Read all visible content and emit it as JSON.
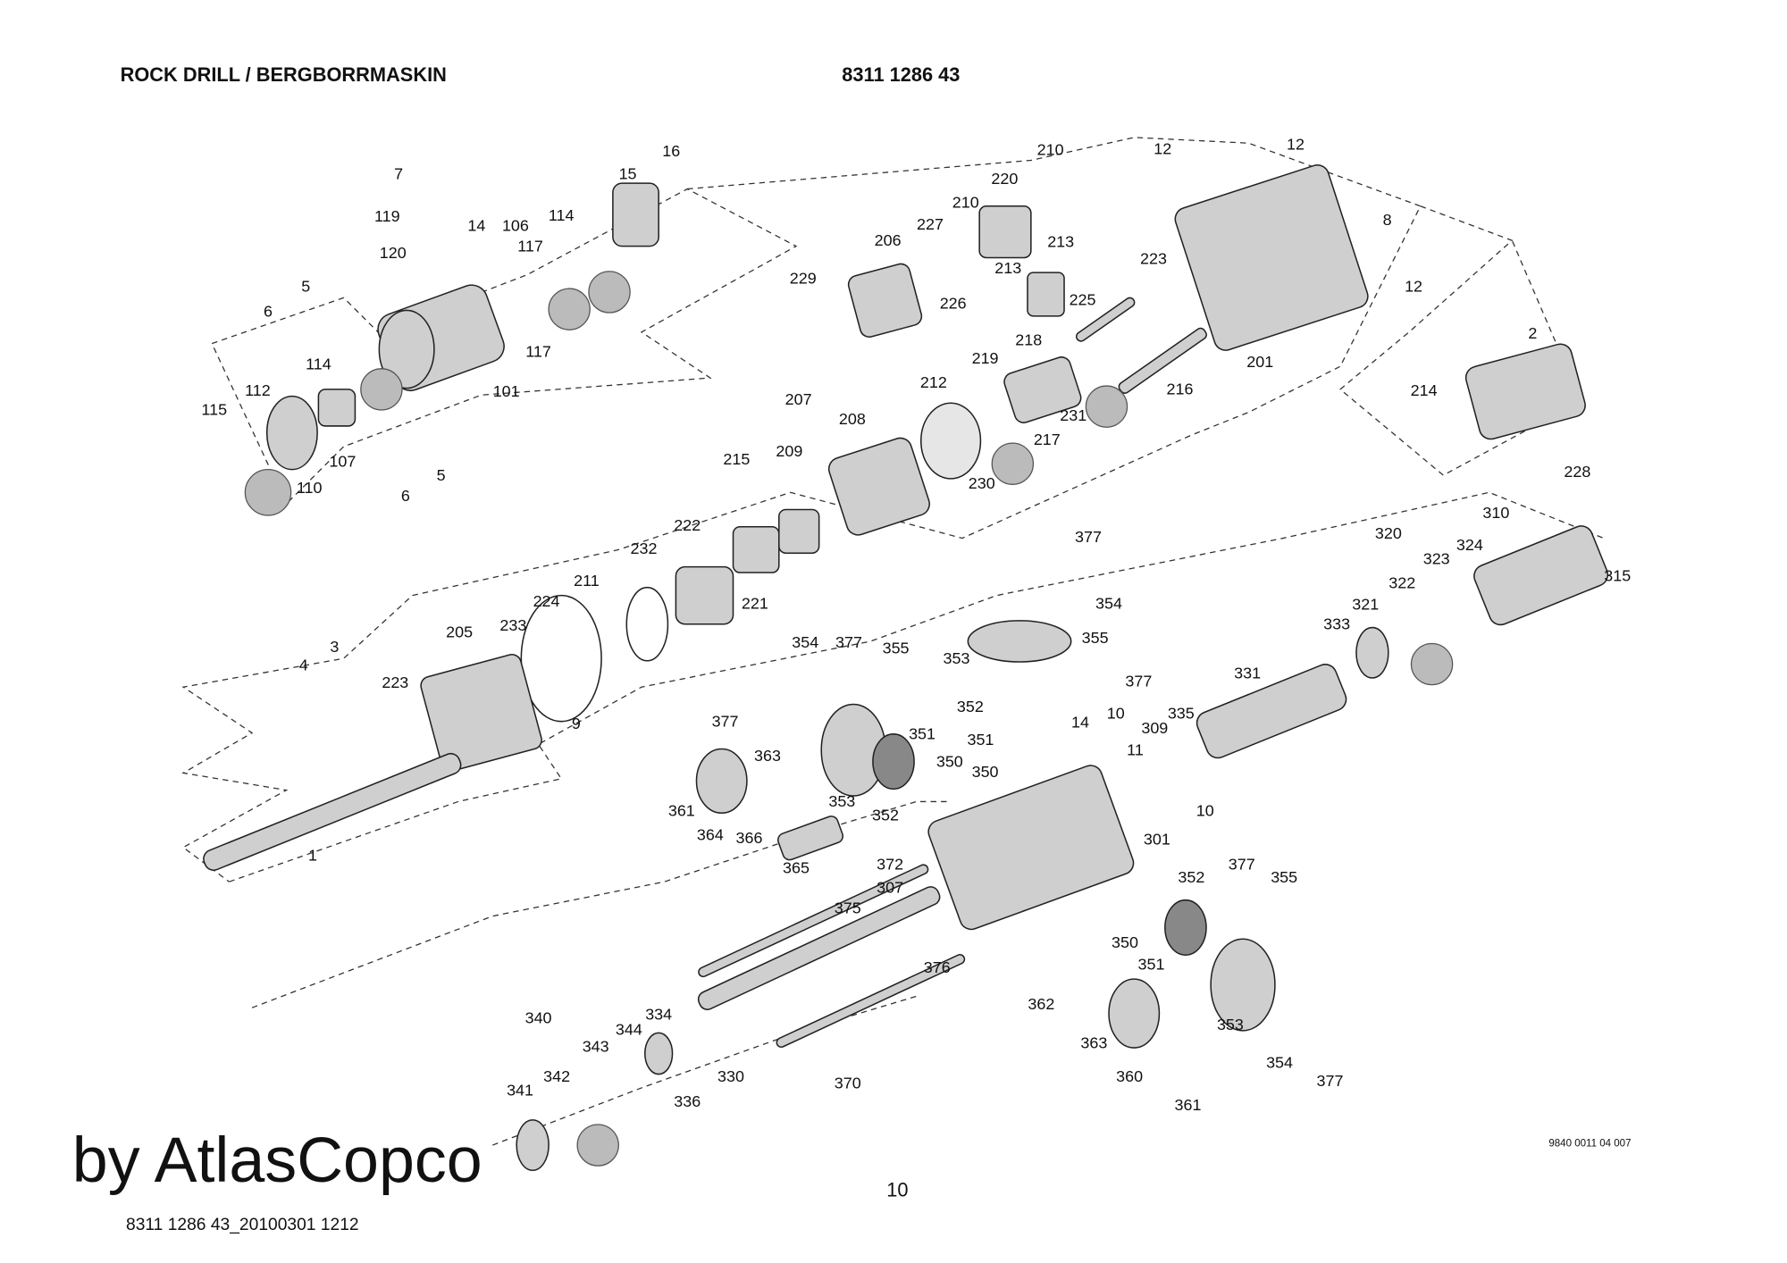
{
  "header": {
    "title": "ROCK DRILL / BERGBORRMASKIN",
    "part_number": "8311 1286 43"
  },
  "footer": {
    "watermark": "by AtlasCopco",
    "file_ref": "8311 1286 43_20100301 1212",
    "page_number": "10",
    "drawing_number": "9840 0011 04 007"
  },
  "part_labels": [
    "7",
    "16",
    "15",
    "119",
    "14",
    "106",
    "114",
    "117",
    "120",
    "5",
    "6",
    "117",
    "101",
    "114",
    "112",
    "115",
    "107",
    "110",
    "5",
    "6",
    "210",
    "12",
    "12",
    "220",
    "210",
    "227",
    "206",
    "213",
    "213",
    "229",
    "226",
    "225",
    "223",
    "8",
    "12",
    "218",
    "219",
    "216",
    "201",
    "2",
    "214",
    "228",
    "207",
    "212",
    "231",
    "217",
    "208",
    "209",
    "215",
    "230",
    "377",
    "310",
    "320",
    "323",
    "324",
    "315",
    "322",
    "321",
    "333",
    "354",
    "232",
    "222",
    "211",
    "224",
    "221",
    "355",
    "353",
    "377",
    "331",
    "233",
    "205",
    "354",
    "377",
    "355",
    "223",
    "4",
    "3",
    "9",
    "377",
    "352",
    "335",
    "10",
    "309",
    "14",
    "351",
    "350",
    "351",
    "350",
    "363",
    "11",
    "10",
    "361",
    "353",
    "352",
    "364",
    "366",
    "301",
    "1",
    "365",
    "372",
    "307",
    "375",
    "377",
    "352",
    "355",
    "350",
    "351",
    "376",
    "362",
    "353",
    "363",
    "354",
    "377",
    "340",
    "334",
    "344",
    "343",
    "330",
    "370",
    "360",
    "361",
    "336",
    "342",
    "341"
  ]
}
